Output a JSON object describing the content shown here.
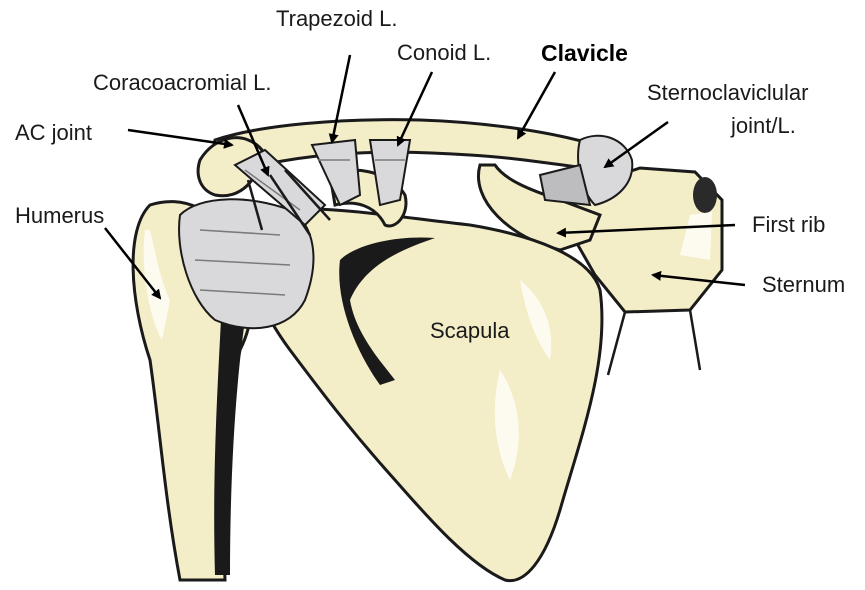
{
  "labels": {
    "trapezoid": "Trapezoid L.",
    "conoid": "Conoid L.",
    "clavicle": "Clavicle",
    "coracoacromial": "Coracoacromial L.",
    "sternoclavicular_line1": "Sternoclaviclular",
    "sternoclavicular_line2": "joint/L.",
    "ac_joint": "AC joint",
    "humerus": "Humerus",
    "first_rib": "First rib",
    "sternum": "Sternum",
    "scapula": "Scapula"
  },
  "colors": {
    "bone": "#F3EDC8",
    "bone_highlight": "#FDFBEF",
    "ligament": "#D9D9DB",
    "outline": "#1a1a1a",
    "arrow": "#000000"
  }
}
